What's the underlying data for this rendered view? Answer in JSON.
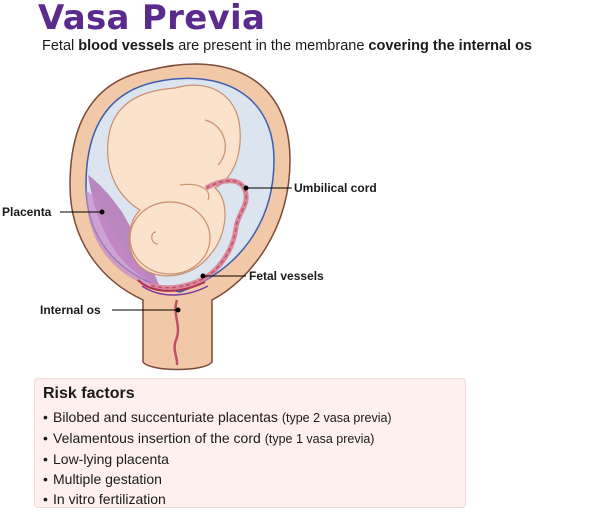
{
  "title": "Vasa Previa",
  "subtitle": {
    "part1": "Fetal ",
    "bold1": "blood vessels",
    "part2": " are present in the membrane ",
    "bold2": "covering the internal os"
  },
  "labels": {
    "umbilical_cord": "Umbilical cord",
    "placenta": "Placenta",
    "fetal_vessels": "Fetal vessels",
    "internal_os": "Internal os"
  },
  "risk_factors": {
    "heading": "Risk factors",
    "bullet": "•",
    "items": [
      {
        "text": "Bilobed and succenturiate placentas",
        "note": "(type 2 vasa previa)"
      },
      {
        "text": "Velamentous insertion of the cord",
        "note": "(type 1 vasa previa)"
      },
      {
        "text": "Low-lying placenta",
        "note": ""
      },
      {
        "text": "Multiple gestation",
        "note": ""
      },
      {
        "text": "In vitro fertilization",
        "note": ""
      }
    ]
  },
  "colors": {
    "title": "#5a2a8c",
    "uterus": "#f2c9a8",
    "uterus_outline": "#7a4a3a",
    "amnion": "#dce4ef",
    "membrane": "#3a5fb0",
    "fetus": "#fbe2cc",
    "placenta": "#b06fb0",
    "vessel": "#c0506a"
  }
}
